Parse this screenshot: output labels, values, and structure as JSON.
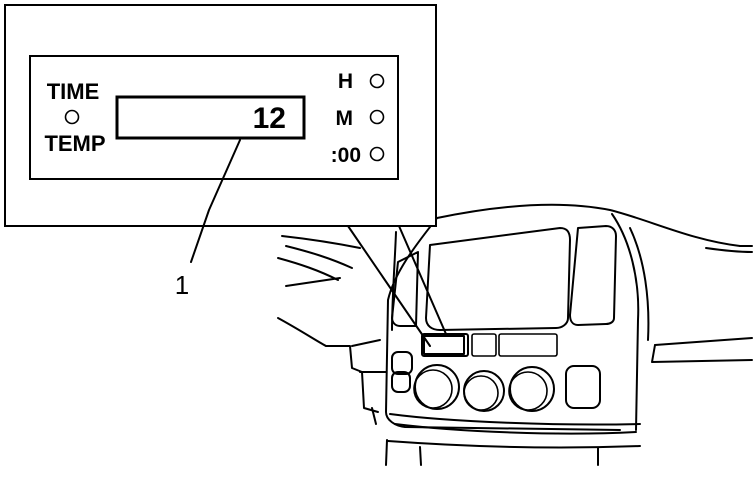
{
  "clock_panel": {
    "time_label": "TIME",
    "temp_label": "TEMP",
    "display_value": "12",
    "hour_label": "H",
    "minute_label": "M",
    "zero_label": ":00"
  },
  "callout": {
    "number": "1"
  }
}
